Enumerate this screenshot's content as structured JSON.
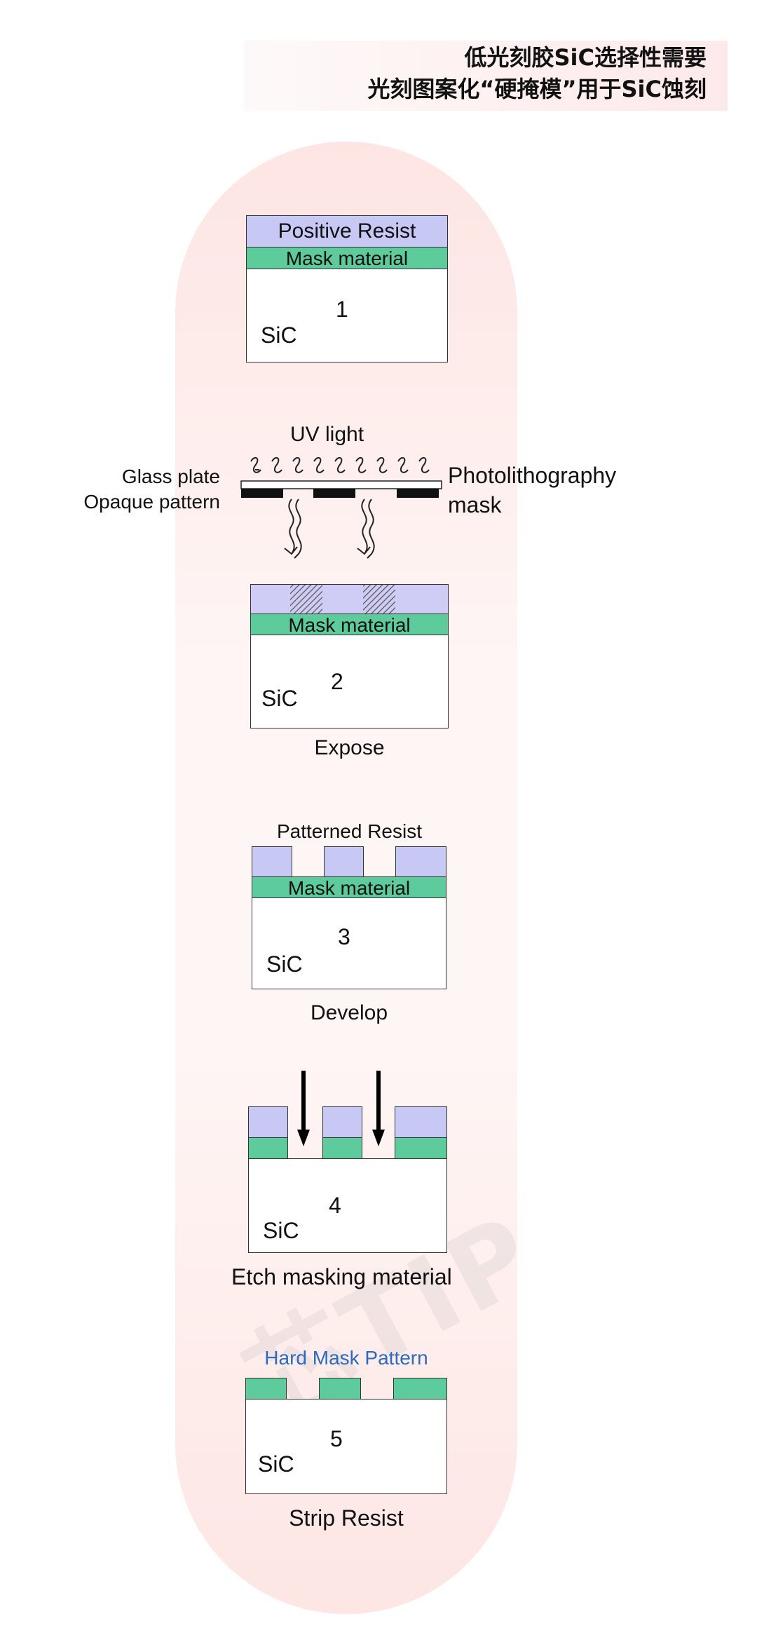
{
  "header": {
    "title_line1": "低光刻胶SiC选择性需要",
    "title_line2": "光刻图案化“硬掩模”用于SiC蚀刻"
  },
  "watermark": "芯TIP",
  "colors": {
    "resist": "#c8c8f5",
    "mask_material": "#5dcb9b",
    "hard_mask_label": "#2a6bbf",
    "pill_background": "#fde8e6"
  },
  "step1": {
    "resist_label": "Positive Resist",
    "mask_label": "Mask material",
    "number": "1",
    "substrate": "SiC"
  },
  "step2": {
    "uv_label": "UV light",
    "glass_label": "Glass plate",
    "opaque_label": "Opaque pattern",
    "photomask_line1": "Photolithography",
    "photomask_line2": "mask",
    "mask_label": "Mask material",
    "number": "2",
    "substrate": "SiC",
    "caption": "Expose"
  },
  "step3": {
    "top_label": "Patterned Resist",
    "mask_label": "Mask material",
    "number": "3",
    "substrate": "SiC",
    "caption": "Develop"
  },
  "step4": {
    "number": "4",
    "substrate": "SiC",
    "caption": "Etch masking material"
  },
  "step5": {
    "top_label": "Hard Mask Pattern",
    "number": "5",
    "substrate": "SiC",
    "caption": "Strip Resist"
  }
}
